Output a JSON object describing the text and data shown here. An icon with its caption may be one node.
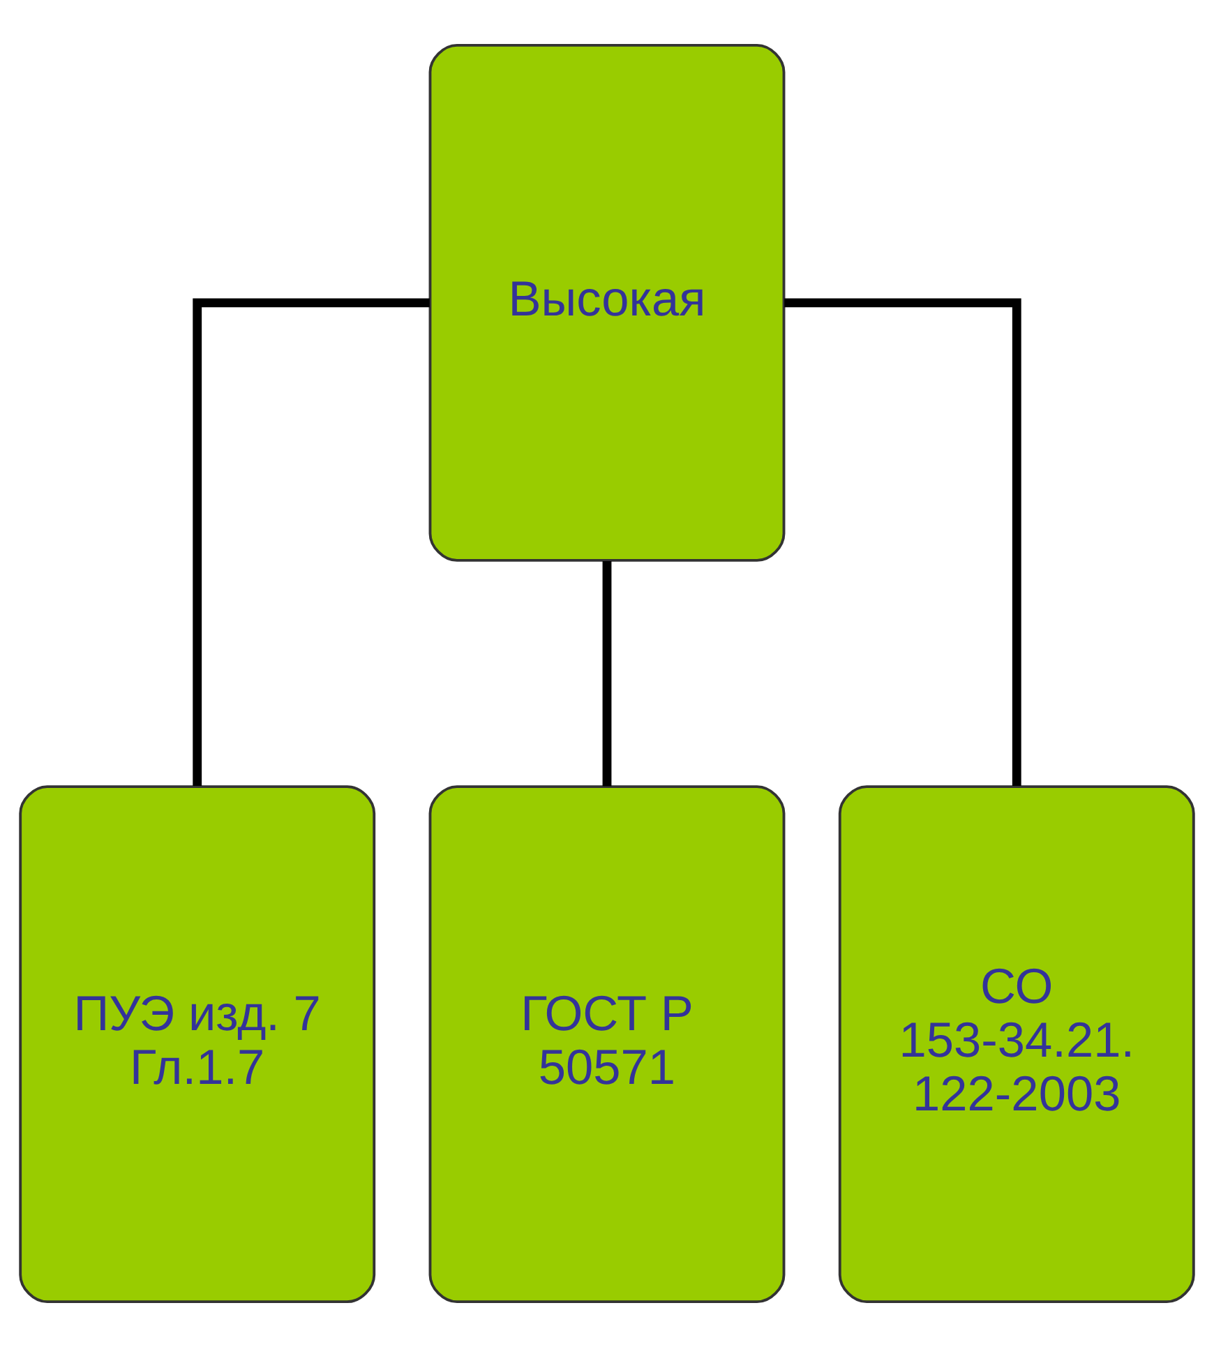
{
  "diagram": {
    "nodes": [
      {
        "text": [
          "Высокая"
        ]
      },
      {
        "text": [
          "ПУЭ изд. 7 Гл.1.7"
        ]
      },
      {
        "text": [
          "ГОСТ Р 50571"
        ]
      },
      {
        "text": [
          "СО 153-34.21. 122-2003"
        ]
      }
    ],
    "edges": [
      {
        "from": 0,
        "to": 1,
        "arrow": "none"
      },
      {
        "from": 0,
        "to": 2,
        "arrow": "none"
      },
      {
        "from": 0,
        "to": 3,
        "arrow": "none"
      }
    ]
  }
}
